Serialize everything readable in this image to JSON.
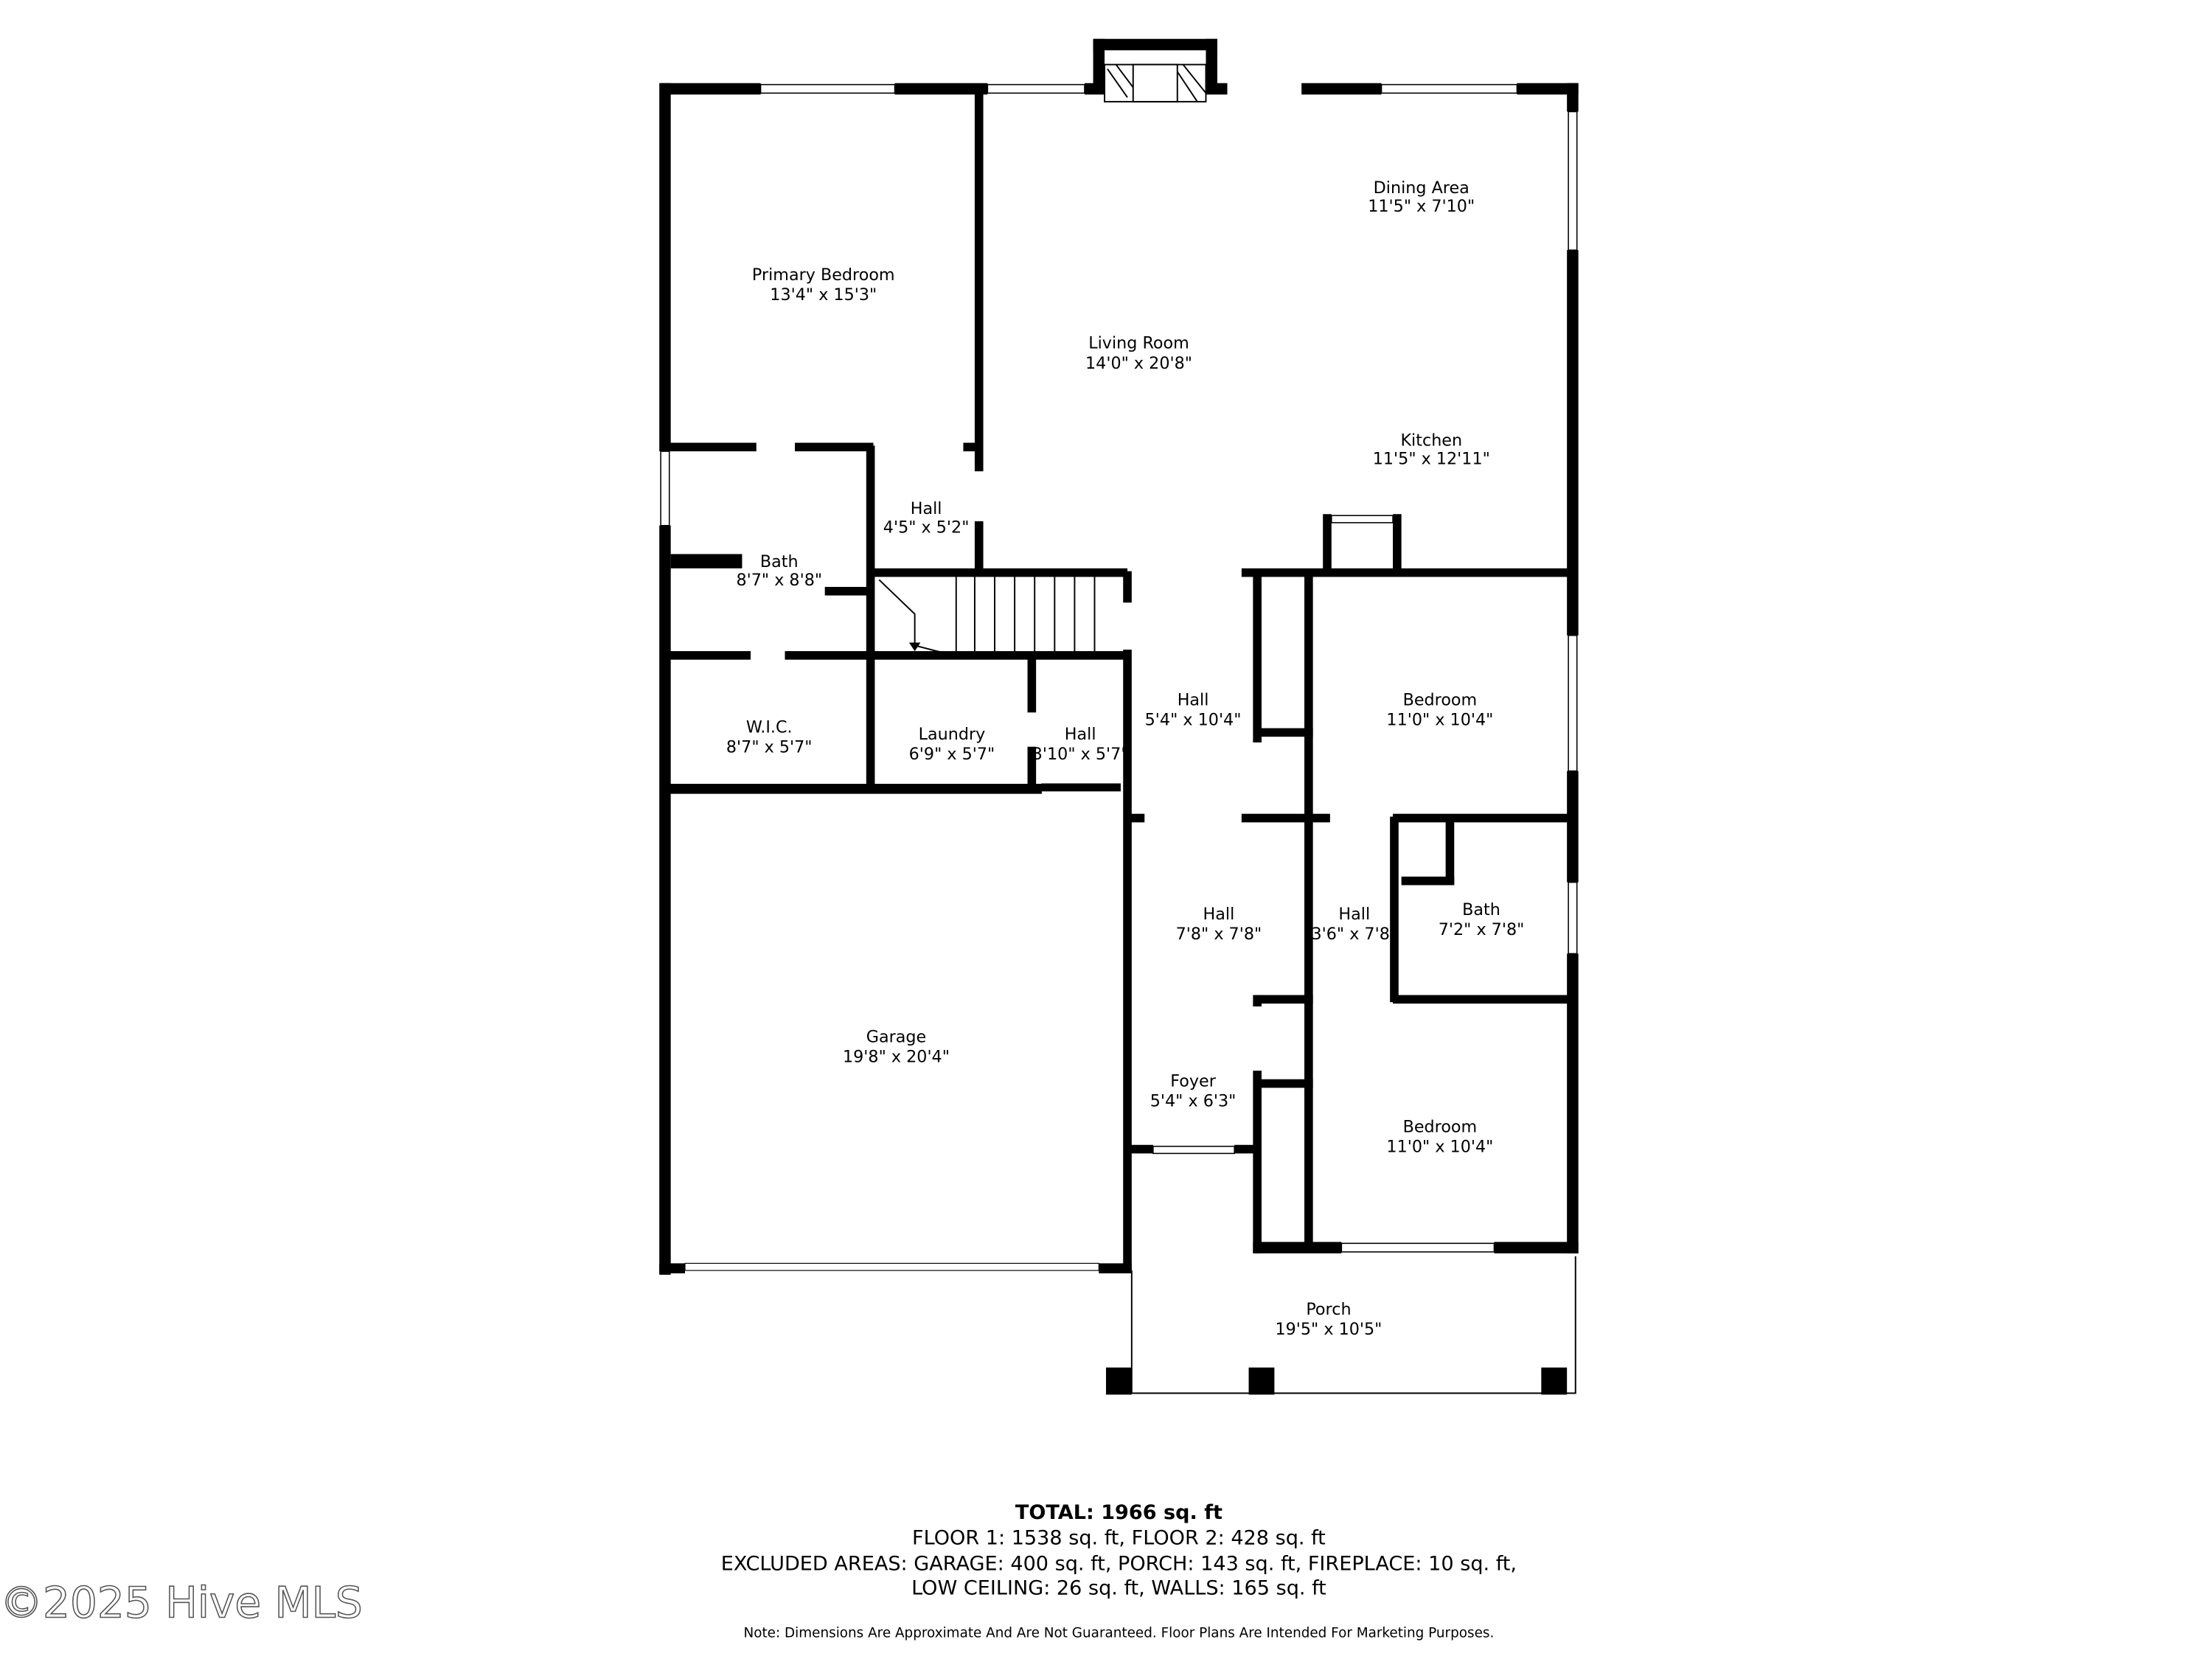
{
  "plan": {
    "rooms": [
      {
        "name": "Primary Bedroom",
        "dims": "13'4\" x 15'3\""
      },
      {
        "name": "Living Room",
        "dims": "14'0\" x 20'8\""
      },
      {
        "name": "Dining Area",
        "dims": "11'5\" x 7'10\""
      },
      {
        "name": "Kitchen",
        "dims": "11'5\" x 12'11\""
      },
      {
        "name": "Hall",
        "dims": "4'5\" x 5'2\""
      },
      {
        "name": "Bath",
        "dims": "8'7\" x 8'8\""
      },
      {
        "name": "W.I.C.",
        "dims": "8'7\" x 5'7\""
      },
      {
        "name": "Laundry",
        "dims": "6'9\" x 5'7\""
      },
      {
        "name": "Hall",
        "dims": "3'10\" x 5'7\""
      },
      {
        "name": "Hall",
        "dims": "5'4\" x 10'4\""
      },
      {
        "name": "Bedroom",
        "dims": "11'0\" x 10'4\""
      },
      {
        "name": "Hall",
        "dims": "7'8\" x 7'8\""
      },
      {
        "name": "Hall",
        "dims": "3'6\" x 7'8\""
      },
      {
        "name": "Bath",
        "dims": "7'2\" x 7'8\""
      },
      {
        "name": "Garage",
        "dims": "19'8\" x 20'4\""
      },
      {
        "name": "Foyer",
        "dims": "5'4\" x 6'3\""
      },
      {
        "name": "Bedroom",
        "dims": "11'0\" x 10'4\""
      },
      {
        "name": "Porch",
        "dims": "19'5\" x 10'5\""
      }
    ]
  },
  "footer": {
    "total": "TOTAL: 1966 sq. ft",
    "floors": "FLOOR 1: 1538 sq. ft, FLOOR 2: 428 sq. ft",
    "excluded_1": "EXCLUDED AREAS: GARAGE: 400 sq. ft, PORCH: 143 sq. ft, FIREPLACE: 10 sq. ft,",
    "excluded_2": "LOW CEILING: 26 sq. ft, WALLS: 165 sq. ft",
    "note": "Note: Dimensions Are Approximate And Are Not Guaranteed. Floor Plans Are Intended For Marketing Purposes."
  },
  "watermark": "©2025 Hive MLS",
  "colors": {
    "wall": "#000000",
    "background": "#ffffff"
  }
}
